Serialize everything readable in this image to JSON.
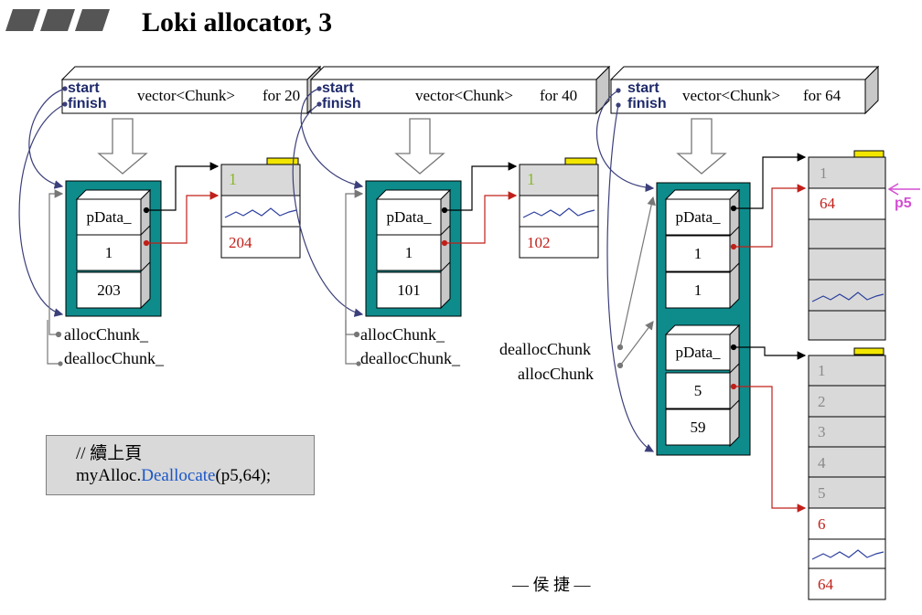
{
  "title": "Loki allocator, 3",
  "vectors": [
    {
      "start": "start",
      "finish": "finish",
      "label": "vector<Chunk>",
      "for": "for 20"
    },
    {
      "start": "start",
      "finish": "finish",
      "label": "vector<Chunk>",
      "for": "for 40"
    },
    {
      "start": "start",
      "finish": "finish",
      "label": "vector<Chunk>",
      "for": "for 64"
    }
  ],
  "chunks": [
    {
      "pdata": "pData_",
      "v1": "1",
      "v2": "203",
      "block_first": "1",
      "block_second": "204"
    },
    {
      "pdata": "pData_",
      "v1": "1",
      "v2": "101",
      "block_first": "1",
      "block_second": "102"
    },
    {
      "pdata": "pData_",
      "v1": "1",
      "v2": "1",
      "block_first": "1",
      "block_second": "64"
    },
    {
      "pdata": "pData_",
      "v1": "5",
      "v2": "59"
    }
  ],
  "pointer_labels": {
    "a1": "allocChunk_",
    "d1": "deallocChunk_",
    "a2": "allocChunk_",
    "d2": "deallocChunk_",
    "d3": "deallocChunk",
    "a3": "allocChunk"
  },
  "p5_label": "p5",
  "big_block_rows": [
    "1",
    "2",
    "3",
    "4",
    "5",
    "6",
    "64"
  ],
  "code": {
    "line1": "// 續上頁",
    "obj": "myAlloc.",
    "method": "Deallocate",
    "args": "(p5,64);"
  },
  "footer": "— 侯 捷 —"
}
